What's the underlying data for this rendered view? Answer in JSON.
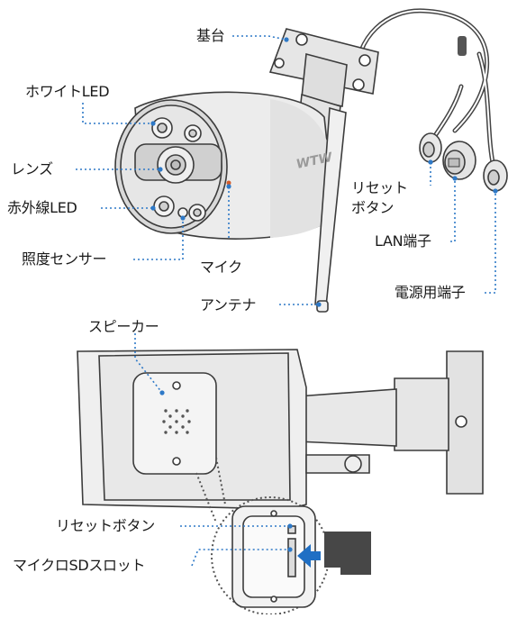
{
  "brand": "WTW",
  "colors": {
    "leader": "#2e79c7",
    "outline": "#3c3c3c",
    "body": "#e9e9e9",
    "arrow": "#1f6fc4"
  },
  "labels": {
    "base": "基台",
    "white_led": "ホワイトLED",
    "lens": "レンズ",
    "ir_led": "赤外線LED",
    "light_sensor": "照度センサー",
    "mic": "マイク",
    "antenna": "アンテナ",
    "reset": "リセット\nボタン",
    "lan_port": "LAN端子",
    "power_port": "電源用端子",
    "speaker": "スピーカー",
    "reset_button": "リセットボタン",
    "microsd_slot": "マイクロSDスロット"
  }
}
